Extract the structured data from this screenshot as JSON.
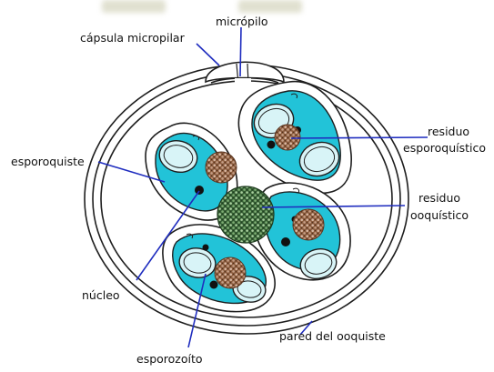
{
  "diagram": {
    "labels": {
      "micropilo": "micrópilo",
      "capsula": "cápsula micropilar",
      "esporoquiste": "esporoquiste",
      "residuo_esp_1": "residuo",
      "residuo_esp_2": "esporoquístico",
      "residuo_ooq_1": "residuo",
      "residuo_ooq_2": "ooquístico",
      "nucleo": "núcleo",
      "esporozoito": "esporozoíto",
      "pared": "pared del ooquiste"
    },
    "colors": {
      "cytoplasm": "#22c3d8",
      "cytoplasm_light": "#d8f4f7",
      "outline": "#1e1e1e",
      "pointer": "#1f2dbf",
      "residue_brown": "#7a4a2e",
      "residue_green": "#3f6e3c",
      "header_blur": "#d9d9c4"
    }
  }
}
